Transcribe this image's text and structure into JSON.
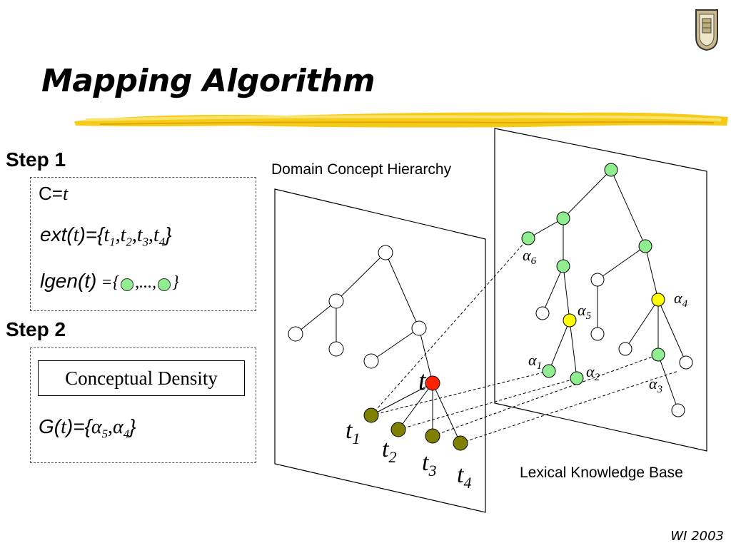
{
  "title": "Mapping Algorithm",
  "footer": "WI 2003",
  "step1": {
    "heading": "Step 1",
    "c_prefix": "C=",
    "c_var": "t",
    "ext_prefix": "ext(",
    "ext_var": "t",
    "ext_mid": ")={",
    "ext_items": [
      "t",
      "t",
      "t",
      "t"
    ],
    "ext_subs": [
      "1",
      "2",
      "3",
      "4"
    ],
    "lgen_prefix": "lgen(t)",
    "lgen_eq": " ={",
    "lgen_mid": ",...,",
    "lgen_close": "}",
    "close_brace": "}"
  },
  "step2": {
    "heading": "Step 2",
    "box_label": "Conceptual Density",
    "g_prefix": "G(",
    "g_var": "t",
    "g_mid": ")={",
    "g_items": [
      "α",
      "α"
    ],
    "g_subs": [
      "5",
      "4"
    ],
    "close_brace": "}"
  },
  "diagram": {
    "domain_label": "Domain Concept Hierarchy",
    "lexical_label": "Lexical Knowledge Base",
    "t_label": "t",
    "t_subs": [
      "1",
      "2",
      "3",
      "4"
    ],
    "alpha_symbol": "α",
    "alpha_subs": [
      "6",
      "5",
      "4",
      "1",
      "2",
      "3"
    ],
    "colors": {
      "green_node": "#90ee90",
      "yellow_node": "#ffff00",
      "red_node": "#ff2200",
      "olive_node": "#808000",
      "white_node": "#ffffff",
      "highlight_gold": "#f5c400"
    }
  },
  "logo": {
    "icon": "university-shield-icon"
  }
}
